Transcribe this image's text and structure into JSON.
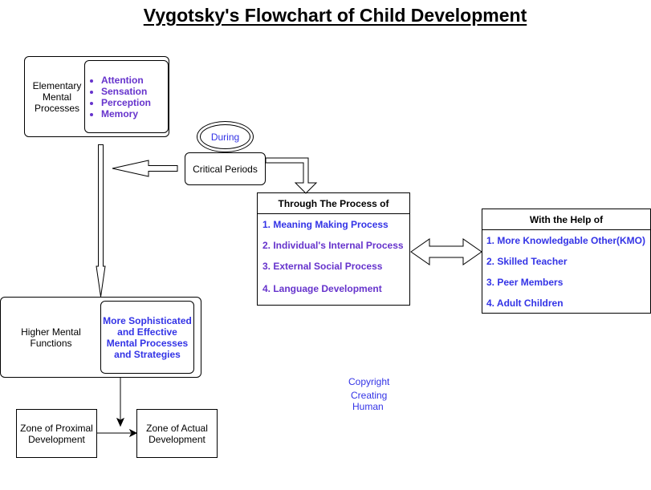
{
  "title": "Vygotsky's Flowchart of Child Development",
  "elementary": {
    "label": "Elementary Mental Processes",
    "items": [
      "Attention",
      "Sensation",
      "Perception",
      "Memory"
    ]
  },
  "during": "During",
  "critical_periods": "Critical Periods",
  "process": {
    "header": "Through The Process of",
    "items": [
      "1. Meaning Making Process",
      "2. Individual's Internal Process",
      "3. External Social Process",
      "4. Language Development"
    ]
  },
  "help": {
    "header": "With the Help of",
    "items": [
      "1. More Knowledgable Other(KMO)",
      "2. Skilled Teacher",
      "3. Peer Members",
      "4. Adult Children"
    ]
  },
  "higher": {
    "label": "Higher Mental Functions",
    "detail": "More Sophisticated and Effective Mental Processes and Strategies"
  },
  "zpd": "Zone of Proximal Development",
  "zad": "Zone of Actual Development",
  "copyright": [
    "Copyright",
    "Creating",
    "Human"
  ],
  "colors": {
    "blue_text": "#3333e6",
    "purple_text": "#6633cc",
    "line": "#000000"
  }
}
